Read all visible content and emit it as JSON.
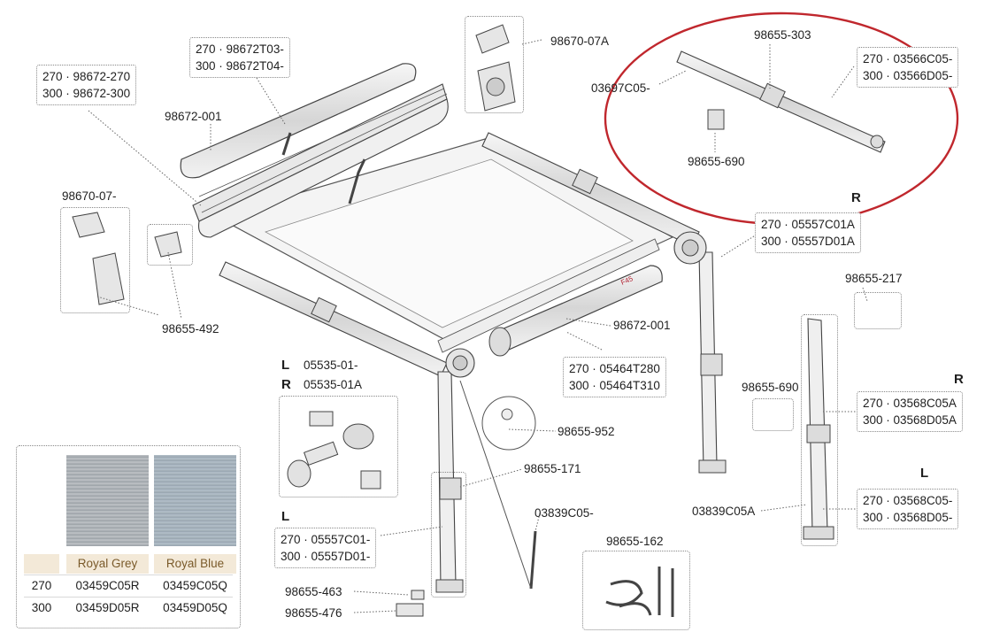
{
  "labels": {
    "p_98672_001_top": "98672-001",
    "p_98670_07": "98670-07-",
    "p_98655_492": "98655-492",
    "p_98670_07A": "98670-07A",
    "p_98655_303": "98655-303",
    "p_03697C05": "03697C05-",
    "p_98655_690_top": "98655-690",
    "p_98655_217": "98655-217",
    "p_98672_001_mid": "98672-001",
    "p_98655_690_right": "98655-690",
    "p_98655_952": "98655-952",
    "p_98655_171": "98655-171",
    "p_03839C05": "03839C05-",
    "p_03839C05A": "03839C05A",
    "p_98655_162": "98655-162",
    "p_98655_463": "98655-463",
    "p_98655_476": "98655-476",
    "p_05535_01": "05535-01-",
    "p_05535_01A": "05535-01A"
  },
  "boxes": {
    "fabric_case_left": [
      "270 · 98672-270",
      "300 · 98672-300"
    ],
    "fabric_case_top": [
      "270 · 98672T03-",
      "300 · 98672T04-"
    ],
    "arm_top_right": [
      "270 · 03566C05-",
      "300 · 03566D05-"
    ],
    "front_bar_R": [
      "270 · 05557C01A",
      "300 · 05557D01A"
    ],
    "front_profile": [
      "270 · 05464T280",
      "300 · 05464T310"
    ],
    "leg_R": [
      "270 · 03568C05A",
      "300 · 03568D05A"
    ],
    "leg_L": [
      "270 · 03568C05-",
      "300 · 03568D05-"
    ],
    "front_bar_L": [
      "270 · 05557C01-",
      "300 · 05557D01-"
    ]
  },
  "sides": {
    "R_top": "R",
    "R_leg": "R",
    "L_leg": "L",
    "L_bar": "L",
    "L_kit": "L",
    "R_kit": "R"
  },
  "brand": "F45",
  "fabric_table": {
    "columns": [
      "",
      "Royal Grey",
      "Royal Blue"
    ],
    "rows": [
      [
        "270",
        "03459C05R",
        "03459C05Q"
      ],
      [
        "300",
        "03459D05R",
        "03459D05Q"
      ]
    ]
  },
  "colors": {
    "highlight_circle": "#c0272d",
    "line": "#333333",
    "part_fill": "#e9e9e9",
    "table_header": "#f3e9d8"
  }
}
